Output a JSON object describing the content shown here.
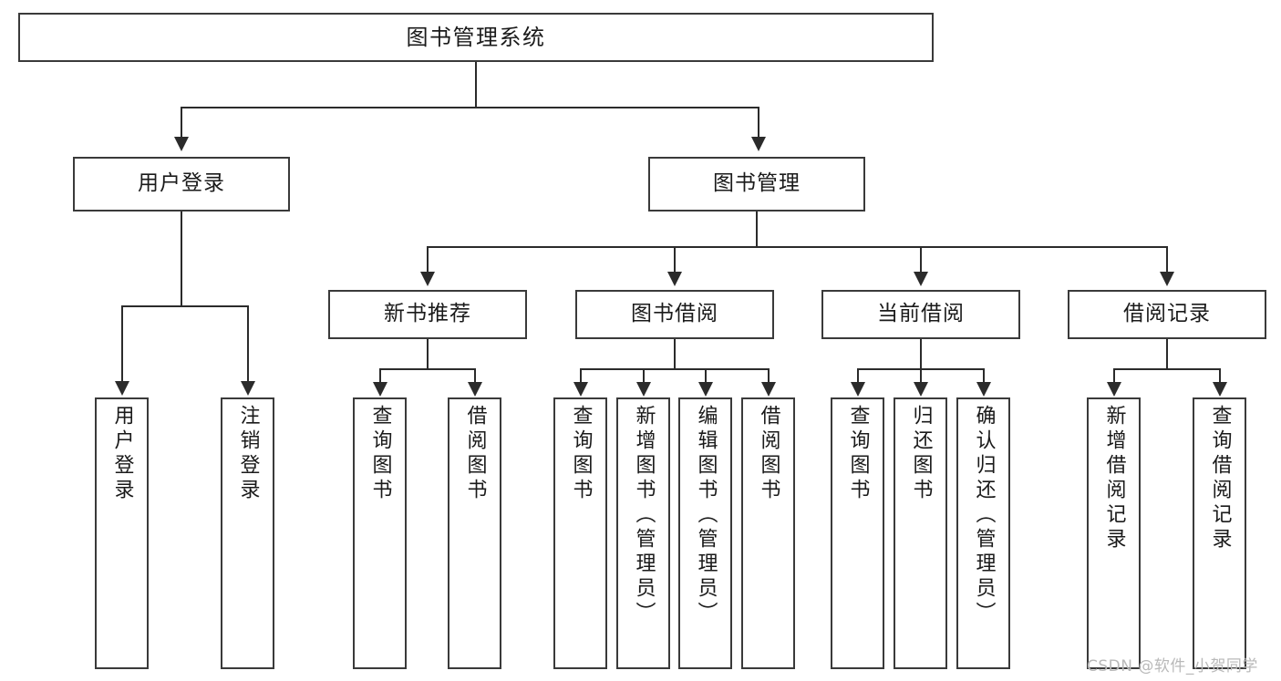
{
  "diagram": {
    "type": "hierarchy-tree",
    "title_node": {
      "label": "图书管理系统"
    },
    "level2": [
      {
        "id": "user-login",
        "label": "用户登录"
      },
      {
        "id": "book-management",
        "label": "图书管理"
      }
    ],
    "level3": [
      {
        "id": "new-book-recommend",
        "label": "新书推荐"
      },
      {
        "id": "book-borrow",
        "label": "图书借阅"
      },
      {
        "id": "current-borrow",
        "label": "当前借阅"
      },
      {
        "id": "borrow-record",
        "label": "借阅记录"
      }
    ],
    "leaves": {
      "user_login": [
        {
          "id": "leaf-user-login",
          "label": "用户登录"
        },
        {
          "id": "leaf-logout-login",
          "label": "注销登录"
        }
      ],
      "new_book_recommend": [
        {
          "id": "leaf-query-book-1",
          "label": "查询图书"
        },
        {
          "id": "leaf-borrow-book-1",
          "label": "借阅图书"
        }
      ],
      "book_borrow": [
        {
          "id": "leaf-query-book-2",
          "label": "查询图书"
        },
        {
          "id": "leaf-add-book",
          "label": "新增图书（管理员）"
        },
        {
          "id": "leaf-edit-book",
          "label": "编辑图书（管理员）"
        },
        {
          "id": "leaf-borrow-book-2",
          "label": "借阅图书"
        }
      ],
      "current_borrow": [
        {
          "id": "leaf-query-book-3",
          "label": "查询图书"
        },
        {
          "id": "leaf-return-book",
          "label": "归还图书"
        },
        {
          "id": "leaf-confirm-return",
          "label": "确认归还（管理员）"
        }
      ],
      "borrow_record": [
        {
          "id": "leaf-add-record",
          "label": "新增借阅记录"
        },
        {
          "id": "leaf-query-record",
          "label": "查询借阅记录"
        }
      ]
    }
  },
  "watermark": {
    "text": "CSDN @软件_小贺同学"
  },
  "colors": {
    "box_border": "#3a3a3a",
    "connector": "#2b2b2b",
    "background": "#ffffff",
    "text": "#1a1a1a",
    "watermark": "#b9b9b9"
  }
}
